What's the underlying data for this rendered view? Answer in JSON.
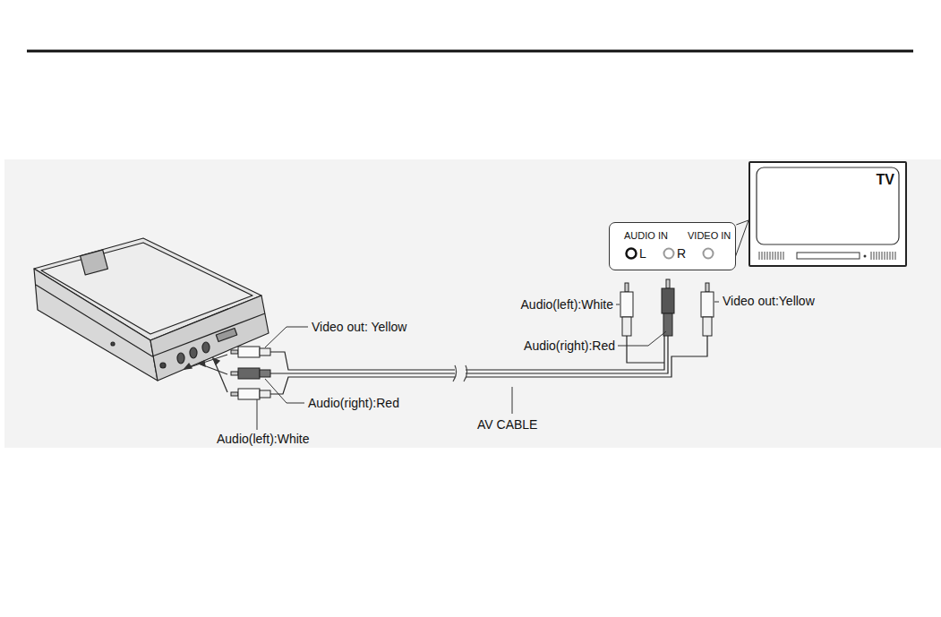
{
  "diagram": {
    "nodes": [
      {
        "text": [
          "TV"
        ]
      },
      {
        "text": [
          "AUDIO IN",
          "VIDEO IN",
          "L",
          "R"
        ]
      }
    ],
    "edges": [
      {
        "from": 1,
        "to": 0,
        "arrow": "none"
      }
    ],
    "labels": [
      "Video out: Yellow",
      "Audio(right):Red",
      "Audio(left):White",
      "AV CABLE",
      "Audio(left):White",
      "Audio(right):Red",
      "Video out:Yellow"
    ]
  }
}
